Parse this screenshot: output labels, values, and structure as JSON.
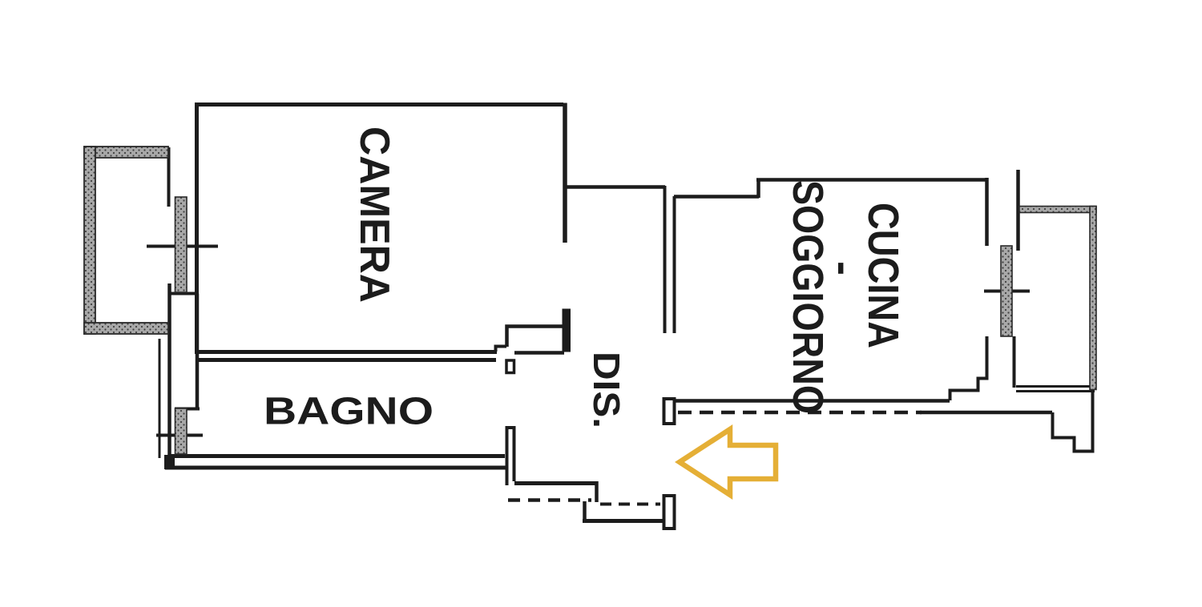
{
  "document": {
    "type": "apartment floor plan (scanned drawing)"
  },
  "colors": {
    "ink": "#1c1c1c",
    "background": "#ffffff",
    "arrow_stroke": "#e5af36",
    "arrow_fill": "#ffffff",
    "hatch_base": "#a8a8a8",
    "hatch_dot": "#3f3f3f"
  },
  "rooms": {
    "camera": {
      "label": "CAMERA"
    },
    "bagno": {
      "label": "BAGNO"
    },
    "dis": {
      "label": "DIS."
    },
    "cucina_soggiorno": {
      "line1": "CUCINA",
      "separator": "-",
      "line2": "SOGGIORNO"
    }
  },
  "annotations": {
    "entrance_arrow": {
      "icon": "arrow-left-icon",
      "direction": "left"
    }
  }
}
